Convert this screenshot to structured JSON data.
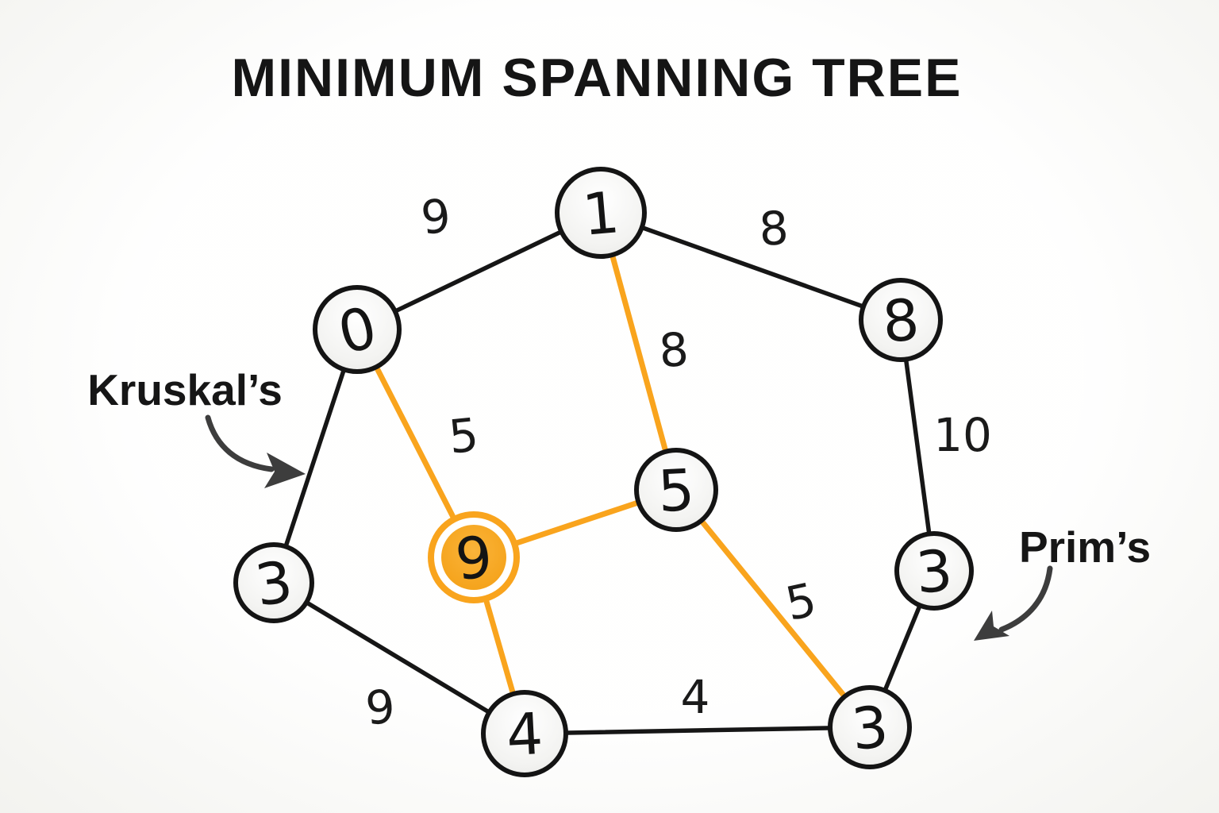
{
  "title": "MINIMUM SPANNING TREE",
  "annotations": {
    "left_label": "Kruskal’s",
    "right_label": "Prim’s"
  },
  "colors": {
    "background": "#fbfbf8",
    "ink_black": "#161616",
    "highlight_orange": "#f9a41d",
    "highlight_node_fill": "#f6a41f",
    "node_fill_light": "#f1f1f0",
    "arrow_gray": "#3d3d3d"
  },
  "graph": {
    "nodes": [
      {
        "id": "node-1",
        "label": "1",
        "highlighted": false
      },
      {
        "id": "node-0",
        "label": "0",
        "highlighted": false
      },
      {
        "id": "node-8",
        "label": "8",
        "highlighted": false
      },
      {
        "id": "node-5",
        "label": "5",
        "highlighted": false
      },
      {
        "id": "node-9",
        "label": "9",
        "highlighted": true
      },
      {
        "id": "node-3-left",
        "label": "3",
        "highlighted": false
      },
      {
        "id": "node-3-right",
        "label": "3",
        "highlighted": false
      },
      {
        "id": "node-4",
        "label": "4",
        "highlighted": false
      },
      {
        "id": "node-3-bottom",
        "label": "3",
        "highlighted": false
      }
    ],
    "edges": [
      {
        "from": "node-0",
        "to": "node-1",
        "weight": "9",
        "highlighted": false
      },
      {
        "from": "node-1",
        "to": "node-8",
        "weight": "8",
        "highlighted": false
      },
      {
        "from": "node-1",
        "to": "node-5",
        "weight": "8",
        "highlighted": true
      },
      {
        "from": "node-8",
        "to": "node-3-right",
        "weight": "10",
        "highlighted": false
      },
      {
        "from": "node-0",
        "to": "node-9",
        "weight": "5",
        "highlighted": true
      },
      {
        "from": "node-0",
        "to": "node-3-left",
        "weight": "",
        "highlighted": false
      },
      {
        "from": "node-9",
        "to": "node-5",
        "weight": "",
        "highlighted": true
      },
      {
        "from": "node-9",
        "to": "node-4",
        "weight": "",
        "highlighted": true
      },
      {
        "from": "node-5",
        "to": "node-3-bottom",
        "weight": "5",
        "highlighted": true
      },
      {
        "from": "node-3-left",
        "to": "node-4",
        "weight": "9",
        "highlighted": false
      },
      {
        "from": "node-4",
        "to": "node-3-bottom",
        "weight": "4",
        "highlighted": false
      },
      {
        "from": "node-3-right",
        "to": "node-3-bottom",
        "weight": "",
        "highlighted": false
      }
    ]
  }
}
